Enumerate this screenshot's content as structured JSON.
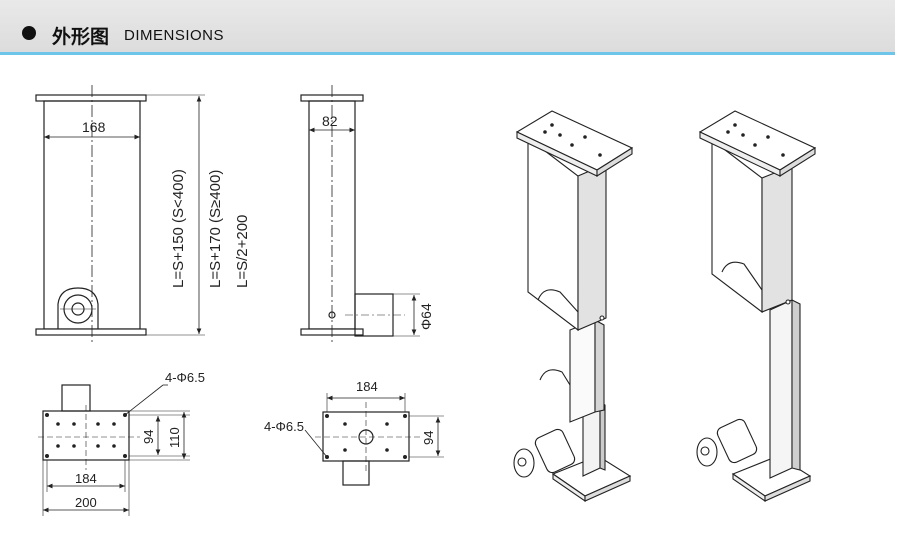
{
  "header": {
    "title_cn": "外形图",
    "title_en": "DIMENSIONS"
  },
  "front": {
    "width_dim": "168",
    "formula_1": "L=S+150 (S<400)",
    "formula_2": "L=S+170 (S≥400)",
    "formula_3": "L=S/2+200"
  },
  "side": {
    "width_dim": "82",
    "diameter_dim": "Φ64"
  },
  "bottom_left": {
    "hole_callout": "4-Φ6.5",
    "dim_184": "184",
    "dim_200": "200",
    "dim_94": "94",
    "dim_110": "110"
  },
  "bottom_right": {
    "hole_callout": "4-Φ6.5",
    "dim_184": "184",
    "dim_94": "94"
  }
}
